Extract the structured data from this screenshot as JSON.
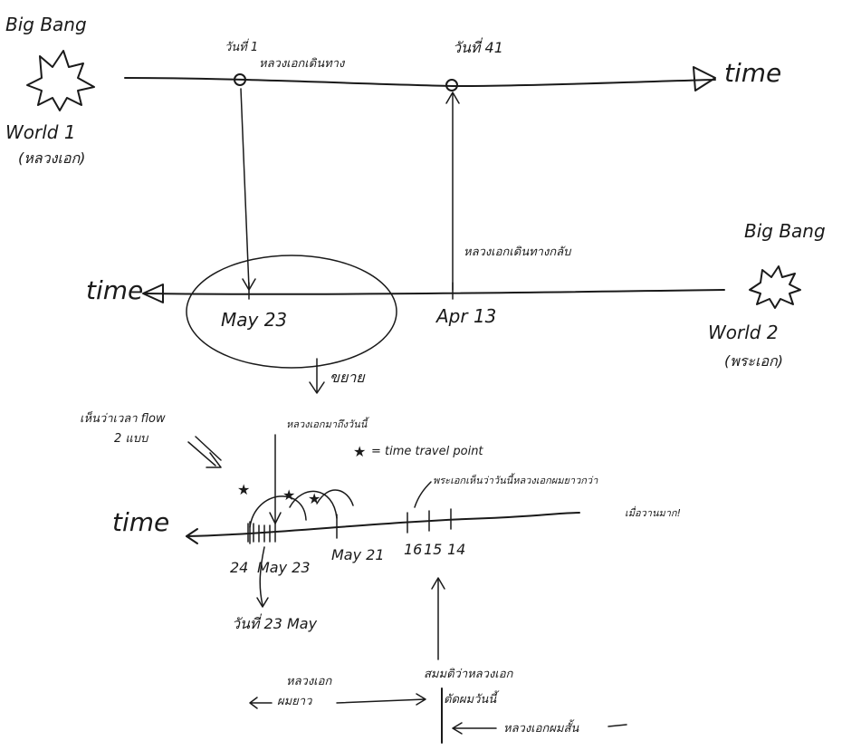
{
  "top": {
    "big_bang_label": "Big Bang",
    "world_label": "World 1",
    "world_sub_label": "(หลวงเอก)",
    "time_label": "time",
    "event1_label_line1": "วันที่ 1",
    "event1_label_line2": "หลวงเอกเดินทาง",
    "event2_label": "วันที่ 41"
  },
  "middle": {
    "big_bang_label": "Big Bang",
    "world_label": "World 2",
    "world_sub_label": "(พระเอก)",
    "time_label": "time",
    "may_label": "May 23",
    "apr_label": "Apr 13",
    "return_label": "หลวงเอกเดินทางกลับ",
    "zoom_label": "ขยาย"
  },
  "bottom": {
    "flow_label_line1": "เห็นว่าเวลา flow",
    "flow_label_line2": "2 แบบ",
    "top_note": "หลวงเอกมาถึงวันนี้",
    "legend": "= time travel point",
    "right_note_line1": "พระเอกเห็นว่าวันนี้หลวงเอกผมยาวกว่า",
    "right_note_line2": "เมื่อวานมาก!",
    "time_label": "time",
    "tick_24": "24",
    "tick_may23": "May 23",
    "tick_may21": "May 21",
    "tick_16": "16",
    "tick_15": "15",
    "tick_14": "14",
    "day_note": "วันที่ 23 May",
    "hair_long_line1": "หลวงเอก",
    "hair_long_line2": "ผมยาว",
    "assume_line1": "สมมติว่าหลวงเอก",
    "assume_line2": "ตัดผมวันนี้",
    "hair_short": "หลวงเอกผมสั้น"
  }
}
